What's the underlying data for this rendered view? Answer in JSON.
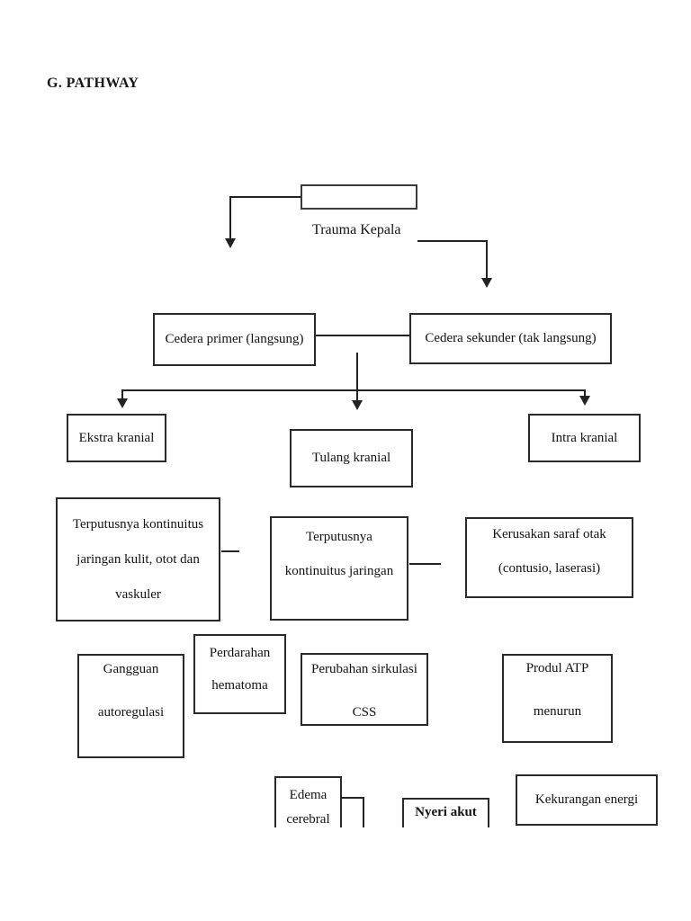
{
  "page": {
    "title": "G. PATHWAY",
    "background_color": "#ffffff",
    "ink_color": "#222222"
  },
  "diagram": {
    "nodes": {
      "trauma_kepala": {
        "label": "Trauma Kepala"
      },
      "cedera_primer": {
        "label": "Cedera primer (langsung)"
      },
      "cedera_sekunder": {
        "label": "Cedera sekunder (tak langsung)"
      },
      "ekstra_kranial": {
        "label": "Ekstra kranial"
      },
      "tulang_kranial": {
        "label": "Tulang kranial"
      },
      "intra_kranial": {
        "label": "Intra kranial"
      },
      "terputus_kulit": {
        "line1": "Terputusnya kontinuitus",
        "line2": "jaringan kulit, otot dan",
        "line3": "vaskuler"
      },
      "terputus_jaringan": {
        "line1": "Terputusnya",
        "line2": "kontinuitus jaringan"
      },
      "kerusakan_saraf": {
        "line1": "Kerusakan saraf otak",
        "line2": "(contusio, laserasi)"
      },
      "gangguan_autoregulasi": {
        "line1": "Gangguan",
        "line2": "autoregulasi"
      },
      "perdarahan_hematoma": {
        "line1": "Perdarahan",
        "line2": "hematoma"
      },
      "perubahan_sirkulasi": {
        "line1": "Perubahan sirkulasi",
        "line2": "CSS"
      },
      "produl_atp": {
        "line1": "Produl ATP",
        "line2": "menurun"
      },
      "edema_cerebral": {
        "line1": "Edema",
        "line2": "cerebral"
      },
      "nyeri_akut": {
        "label": "Nyeri akut"
      },
      "kekurangan_energi": {
        "label": "Kekurangan energi"
      }
    }
  }
}
